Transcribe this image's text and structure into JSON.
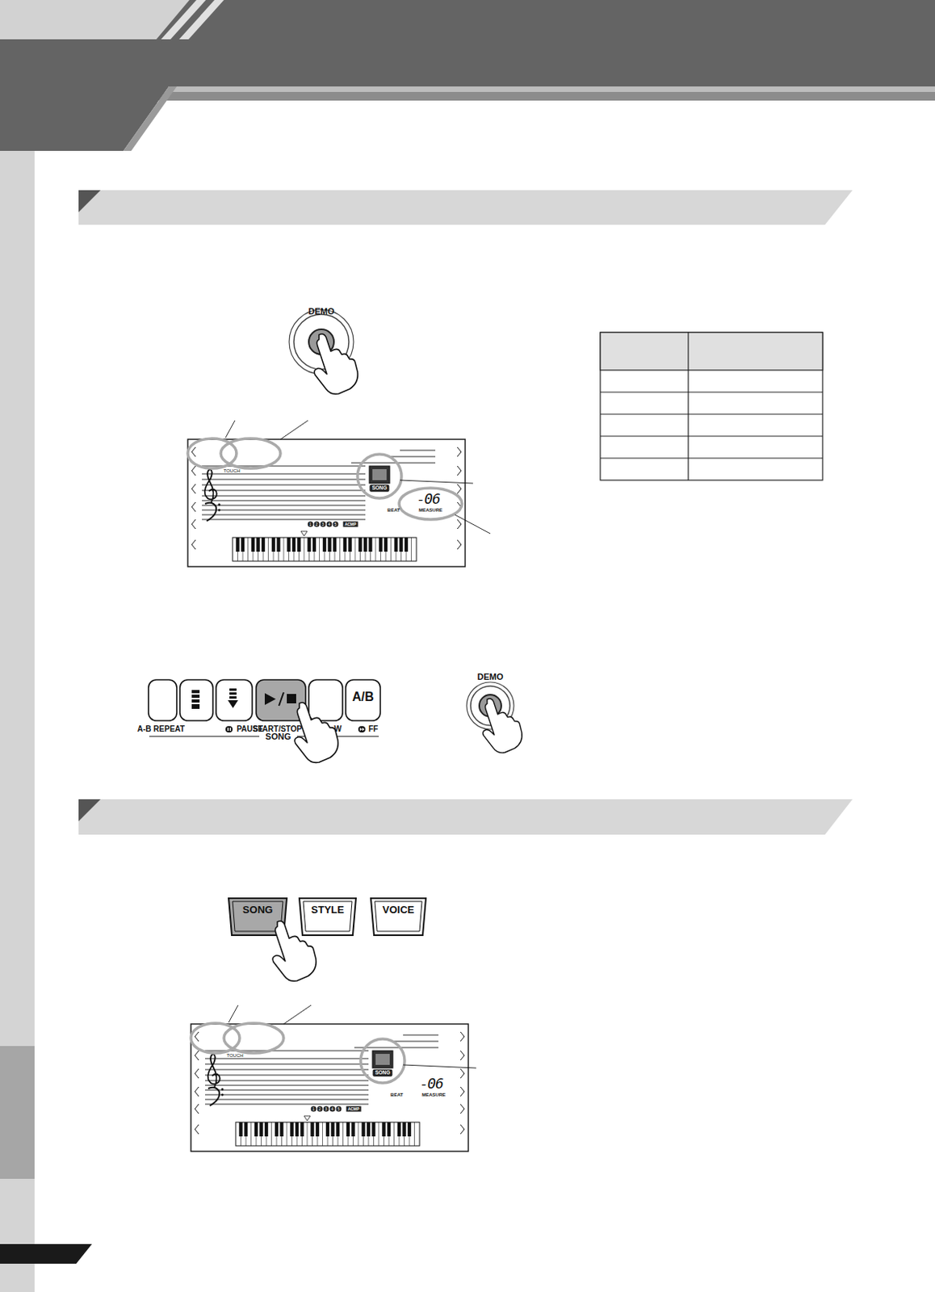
{
  "diagram": {
    "nodes": [
      {
        "text": [
          "DEMO"
        ]
      },
      {
        "text": [
          "A/B"
        ]
      },
      {
        "text": [
          "DEMO"
        ]
      },
      {
        "text": [
          "SONG"
        ]
      },
      {
        "text": [
          "STYLE"
        ]
      },
      {
        "text": [
          "VOICE"
        ]
      }
    ],
    "labels": [
      "TOUCH",
      "SONG",
      "BEAT",
      "MEASURE",
      "-06",
      "1",
      "2",
      "3",
      "4",
      "5",
      "ACMP",
      "A-B REPEAT",
      "PAUSE",
      "START/STOP",
      "W",
      "FF",
      "SONG",
      "TOUCH",
      "SONG",
      "BEAT",
      "MEASURE",
      "-06",
      "1",
      "2",
      "3",
      "4",
      "5",
      "ACMP"
    ]
  }
}
